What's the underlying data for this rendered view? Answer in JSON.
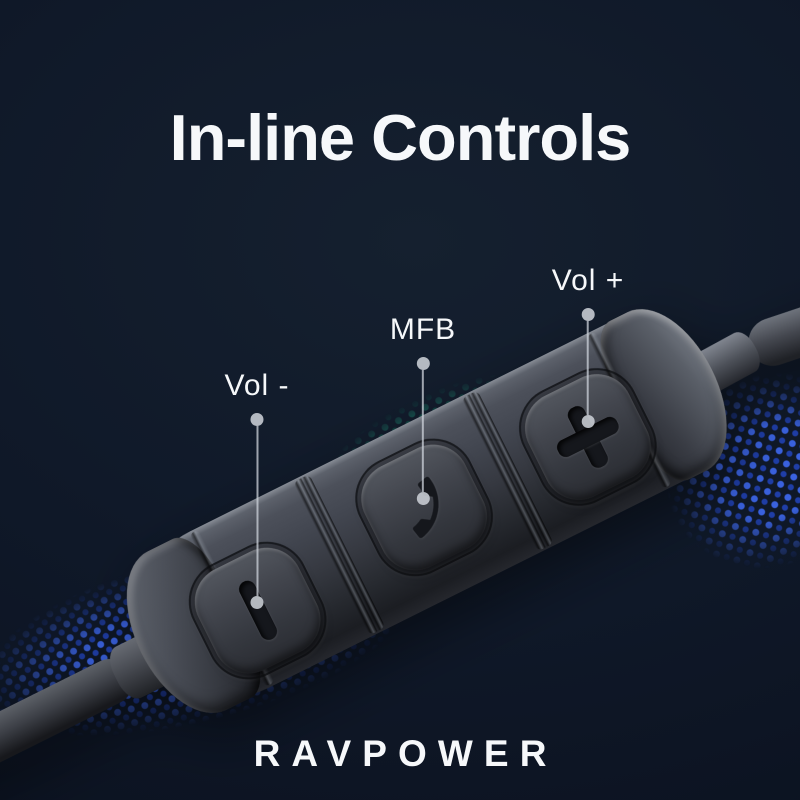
{
  "title": {
    "text": "In-line Controls"
  },
  "device": {
    "name": "in-line earphone remote",
    "buttons": [
      {
        "label": "Vol -",
        "icon": "minus-icon"
      },
      {
        "label": "MFB",
        "icon": "phone-icon"
      },
      {
        "label": "Vol +",
        "icon": "plus-icon"
      }
    ]
  },
  "brand": {
    "text": "RAVPOWER"
  },
  "colors": {
    "background": "#0f1828",
    "bg_hi": "#15202f",
    "bg_lo": "#0a101d",
    "accent_green": "#23b690",
    "accent_green_dim": "#118a6c",
    "accent_blue": "#3a62e0",
    "accent_blue_dim": "#1f3ea8",
    "device_gray": "#42464f",
    "glyph_dark": "#15171c",
    "callout_gray": "#c6cbd2",
    "text_white": "#f6f8fa"
  }
}
